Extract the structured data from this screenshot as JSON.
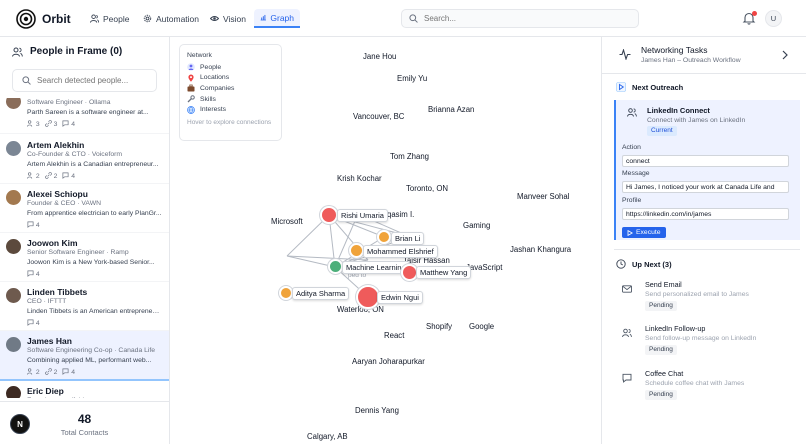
{
  "app": {
    "name": "Orbit"
  },
  "nav": {
    "tabs": [
      {
        "label": "People",
        "icon": "people-icon"
      },
      {
        "label": "Automation",
        "icon": "gear-icon"
      },
      {
        "label": "Vision",
        "icon": "eye-icon"
      },
      {
        "label": "Graph",
        "icon": "chart-icon",
        "active": true
      }
    ]
  },
  "search": {
    "placeholder": "Search..."
  },
  "user": {
    "initial": "U"
  },
  "left_panel": {
    "title": "People in Frame (0)",
    "search_placeholder": "Search detected people...",
    "people": [
      {
        "name": "",
        "role": "Software Engineer · Ollama",
        "desc": "Parth Sareen is a software engineer at...",
        "s1": "3",
        "s2": "3",
        "s3": "4"
      },
      {
        "name": "Artem Alekhin",
        "role": "Co-Founder & CTO · Voiceform",
        "desc": "Artem Alekhin is a Canadian entrepreneur...",
        "s1": "2",
        "s2": "2",
        "s3": "4"
      },
      {
        "name": "Alexei Schiopu",
        "role": "Founder & CEO · VAWN",
        "desc": "From apprentice electrician to early PlanGr...",
        "s3": "4"
      },
      {
        "name": "Joowon Kim",
        "role": "Senior Software Engineer · Ramp",
        "desc": "Joowon Kim is a New York-based Senior...",
        "s3": "4"
      },
      {
        "name": "Linden Tibbets",
        "role": "CEO · IFTTT",
        "desc": "Linden Tibbets is an American entrepreneur...",
        "s3": "4"
      },
      {
        "name": "James Han",
        "role": "Software Engineering Co-op · Canada Life",
        "desc": "Combining applied ML, performant web...",
        "s1": "2",
        "s2": "2",
        "s3": "4"
      },
      {
        "name": "Eric Diep",
        "role": "Founder · manifold.xyz",
        "desc": ""
      }
    ],
    "total_count": "48",
    "total_label": "Total Contacts",
    "corner_badge": "N"
  },
  "graph": {
    "legend": {
      "title": "Network",
      "items": [
        {
          "label": "People",
          "icon": "person-icon"
        },
        {
          "label": "Locations",
          "icon": "pin-icon"
        },
        {
          "label": "Companies",
          "icon": "briefcase-icon"
        },
        {
          "label": "Skills",
          "icon": "wrench-icon"
        },
        {
          "label": "Interests",
          "icon": "globe-icon"
        }
      ],
      "hint": "Hover to explore connections"
    },
    "labels": [
      "Jane Hou",
      "Emily Yu",
      "Brianna Azan",
      "Vancouver, BC",
      "Tom Zhang",
      "Krish Kochar",
      "Toronto, ON",
      "Manveer Sohal",
      "Microsoft",
      "qasim I.",
      "Gaming",
      "Jashan Khangura",
      "Taisir Hassan",
      "JavaScript",
      "Waterloo, ON",
      "React",
      "Shopify",
      "Google",
      "Aaryan Joharapurkar",
      "Dennis Yang",
      "Calgary, AB",
      "ped to"
    ],
    "nodes": [
      {
        "label": "Rishi Umaria",
        "color": "#ef5b5b"
      },
      {
        "label": "Brian Li",
        "color": "#f0a33a"
      },
      {
        "label": "Mohammed Elshrief",
        "color": "#f0a33a"
      },
      {
        "label": "Machine Learning",
        "color": "#4caf7a"
      },
      {
        "label": "Matthew Yang",
        "color": "#ef5b5b"
      },
      {
        "label": "Aditya Sharma",
        "color": "#f0a33a"
      },
      {
        "label": "Edwin Ngui",
        "color": "#ef5b5b"
      }
    ]
  },
  "right_panel": {
    "title": "Networking Tasks",
    "subtitle": "James Han – Outreach Workflow",
    "next_label": "Next Outreach",
    "active_task": {
      "title": "LinkedIn Connect",
      "subtitle": "Connect with James on LinkedIn",
      "status": "Current",
      "action_label": "Action",
      "action_value": "connect",
      "message_label": "Message",
      "message_value": "Hi James, I noticed your work at Canada Life and",
      "profile_label": "Profile",
      "profile_value": "https://linkedin.com/in/james",
      "execute_label": "Execute"
    },
    "up_next_label": "Up Next (3)",
    "up_next": [
      {
        "title": "Send Email",
        "subtitle": "Send personalized email to James",
        "status": "Pending",
        "icon": "mail-icon"
      },
      {
        "title": "LinkedIn Follow-up",
        "subtitle": "Send follow-up message on LinkedIn",
        "status": "Pending",
        "icon": "users-icon"
      },
      {
        "title": "Coffee Chat",
        "subtitle": "Schedule coffee chat with James",
        "status": "Pending",
        "icon": "chat-icon"
      }
    ]
  }
}
